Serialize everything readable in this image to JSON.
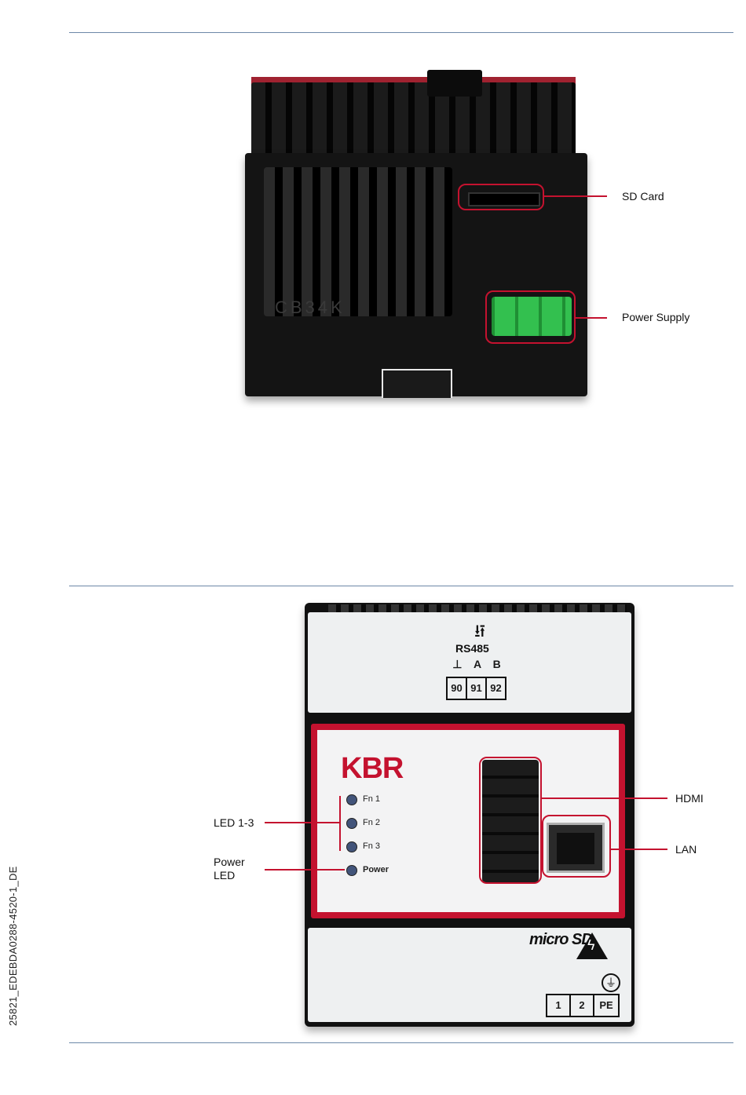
{
  "document": {
    "id": "25821_EDEBDA0288-4520-1_DE"
  },
  "top_figure": {
    "callouts": {
      "sd_card": "SD Card",
      "power_supply": "Power Supply"
    },
    "case_marking": "CB34K"
  },
  "bottom_figure": {
    "brand": "KBR",
    "interface": {
      "label": "RS485",
      "pins": [
        "⊥",
        "A",
        "B"
      ],
      "terminals": [
        "90",
        "91",
        "92"
      ]
    },
    "leds": [
      {
        "label": "Fn 1"
      },
      {
        "label": "Fn 2"
      },
      {
        "label": "Fn 3"
      },
      {
        "label": "Power"
      }
    ],
    "power_terminals": [
      "1",
      "2",
      "PE"
    ],
    "micro_sd_logo": "micro SD",
    "callouts": {
      "led_1_3": "LED 1-3",
      "power_led": "Power\nLED",
      "hdmi": "HDMI",
      "lan": "LAN"
    }
  },
  "colors": {
    "accent": "#c4122f",
    "rule": "#6d88a8",
    "terminal_green": "#22a53c"
  },
  "icons": [
    "usb-icon",
    "warning-icon",
    "earth-ground-icon"
  ]
}
